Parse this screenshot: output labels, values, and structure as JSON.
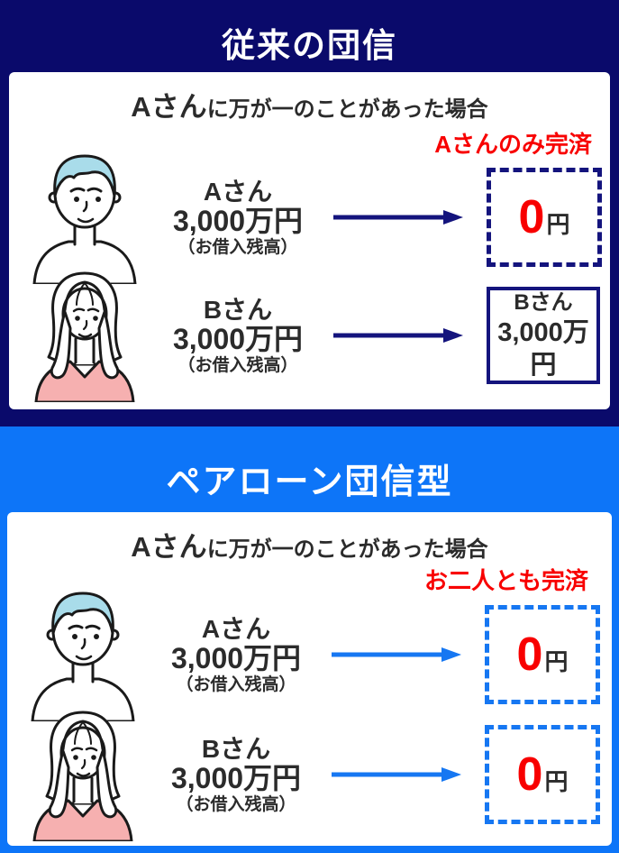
{
  "colors": {
    "navy_background": "#0a0a6b",
    "blue_background": "#0d75f8",
    "accent_red": "#f80000",
    "text_dark": "#2b2b2b",
    "man_hair_teal": "#a9dcea",
    "woman_top_pink": "#f6b0b0",
    "panel_white": "#ffffff"
  },
  "sections": [
    {
      "id": "conventional",
      "title": "従来の団信",
      "header": {
        "strong": "Aさん",
        "rest": "に万が一のことがあった場合"
      },
      "result_label": "Aさんのみ完済",
      "rows": [
        {
          "person": "Aさん",
          "amount": "3,000万円",
          "note": "（お借入残高）",
          "avatar": "man",
          "result": {
            "style": "dashed",
            "zero": "0",
            "unit": "円"
          }
        },
        {
          "person": "Bさん",
          "amount": "3,000万円",
          "note": "（お借入残高）",
          "avatar": "woman",
          "result": {
            "style": "solid",
            "line1": "Bさん",
            "line2": "3,000万円"
          }
        }
      ]
    },
    {
      "id": "pair-loan",
      "title": "ペアローン団信型",
      "header": {
        "strong": "Aさん",
        "rest": "に万が一のことがあった場合"
      },
      "result_label": "お二人とも完済",
      "rows": [
        {
          "person": "Aさん",
          "amount": "3,000万円",
          "note": "（お借入残高）",
          "avatar": "man",
          "result": {
            "style": "dashed",
            "zero": "0",
            "unit": "円"
          }
        },
        {
          "person": "Bさん",
          "amount": "3,000万円",
          "note": "（お借入残高）",
          "avatar": "woman",
          "result": {
            "style": "dashed",
            "zero": "0",
            "unit": "円"
          }
        }
      ]
    }
  ]
}
